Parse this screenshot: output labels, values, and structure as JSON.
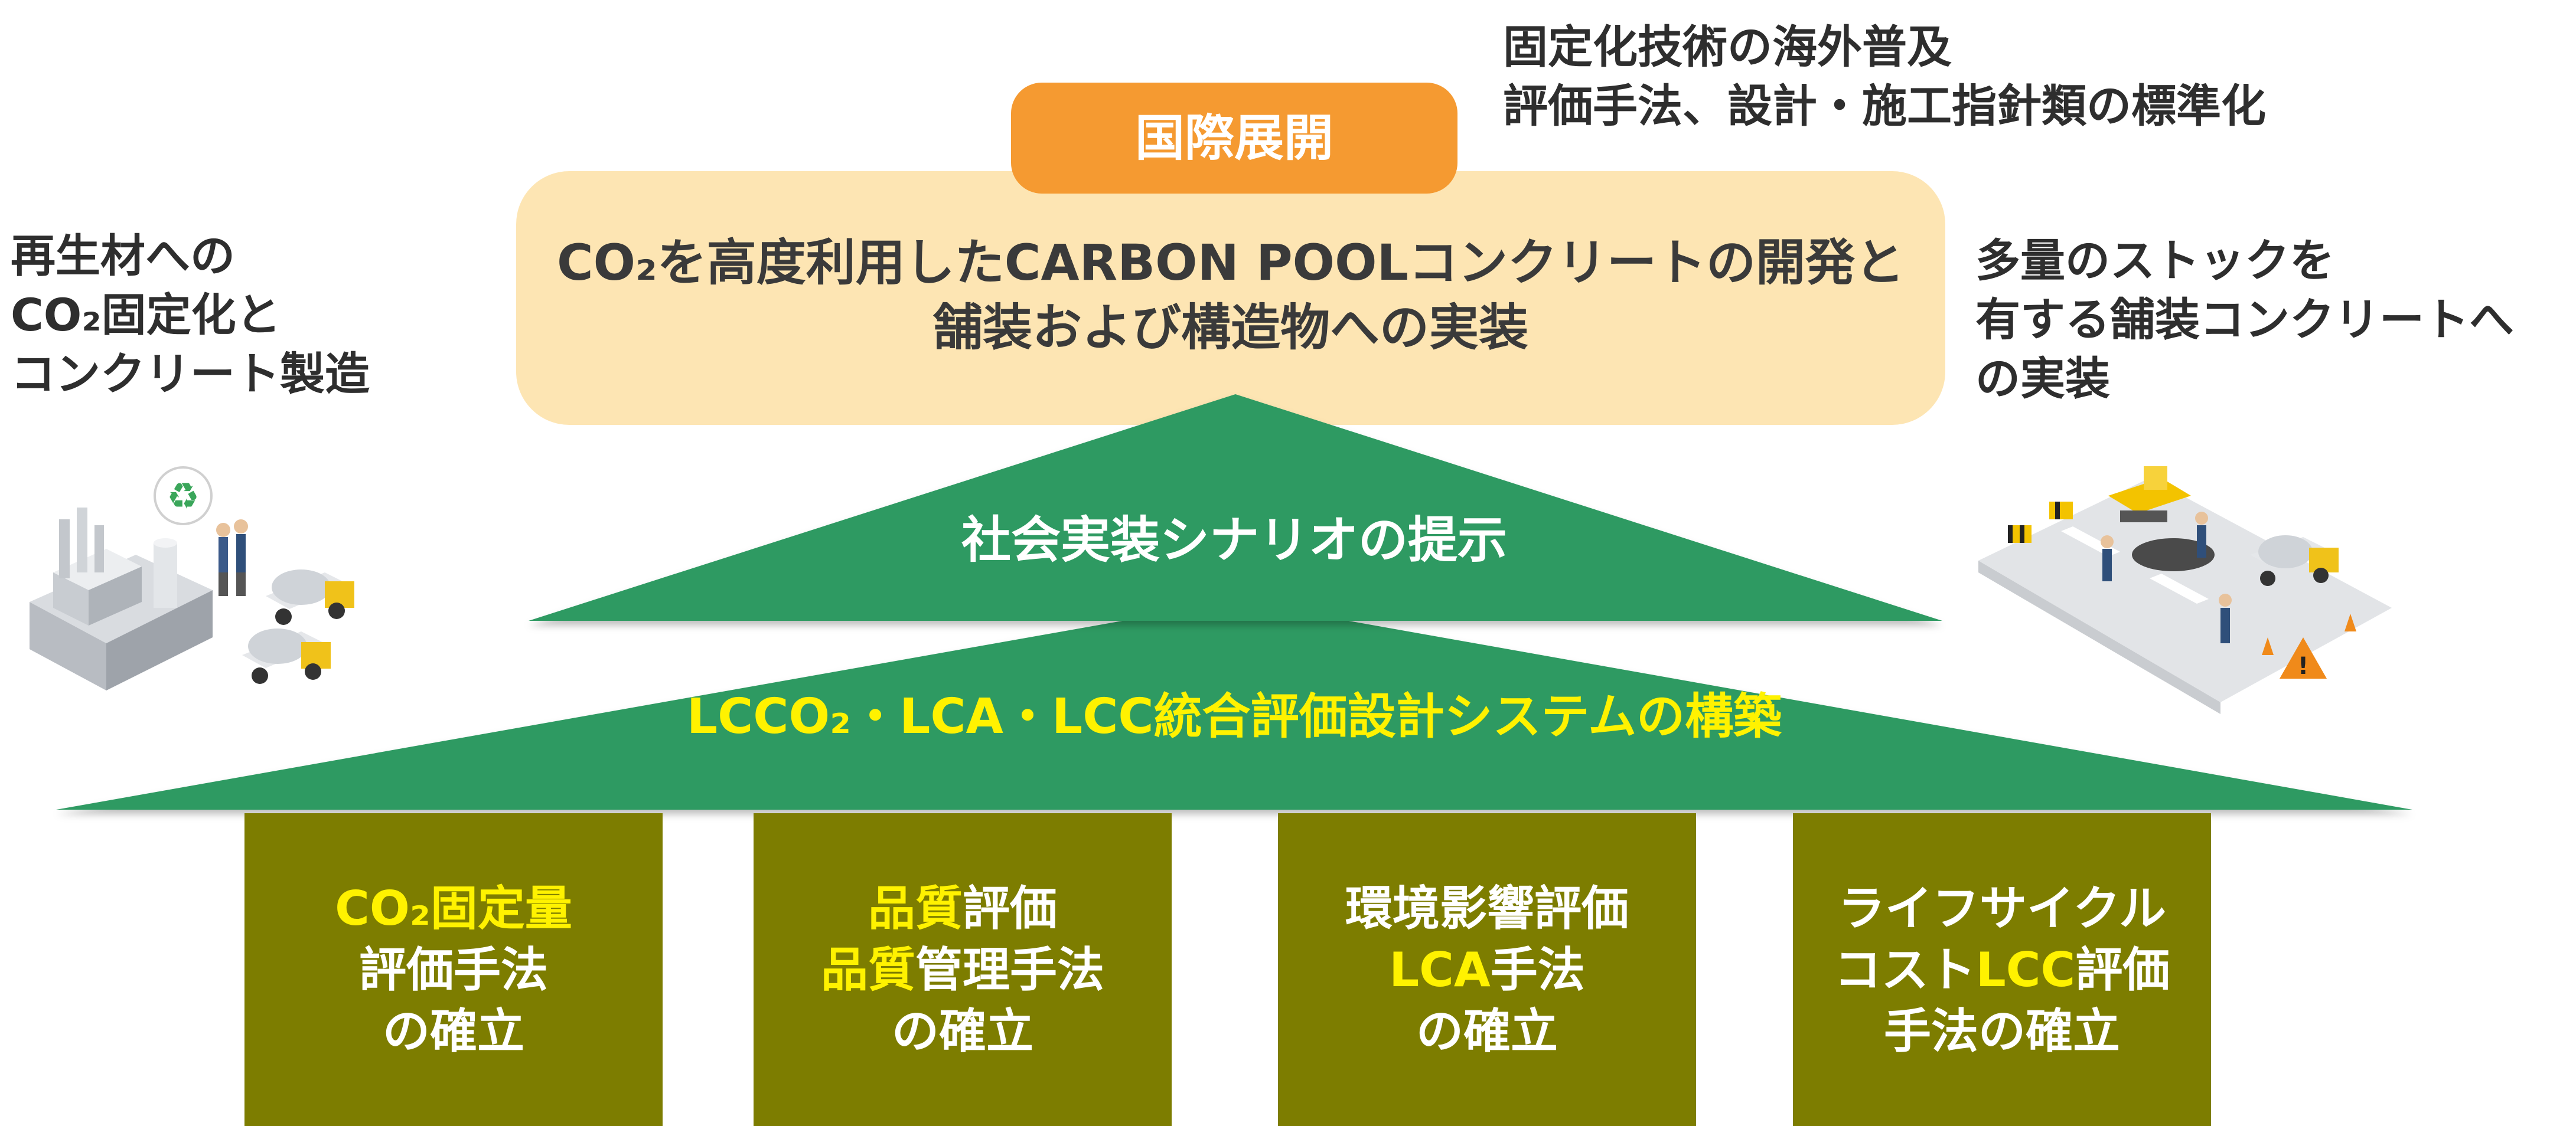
{
  "international": {
    "badge": "国際展開",
    "lines": [
      "固定化技術の海外普及",
      "評価手法、設計・施工指針類の標準化"
    ]
  },
  "left_note": {
    "lines": [
      "再生材への",
      "CO₂固定化と",
      "コンクリート製造"
    ]
  },
  "right_note": {
    "lines": [
      "多量のストックを",
      "有する舗装コンクリートへ",
      "の実装"
    ]
  },
  "vision": {
    "lines": [
      "CO₂を高度利用したCARBON POOLコンクリートの開発と",
      "舗装および構造物への実装"
    ]
  },
  "roof": {
    "scenario": "社会実装シナリオの提示",
    "system": "LCCO₂・LCA・LCC統合評価設計システムの構築"
  },
  "pillars": [
    {
      "line1_hl": "CO₂固定量",
      "line1_rest": "",
      "line2_hl": "",
      "line2_rest": "評価手法",
      "line3_hl": "",
      "line3_rest": "の確立"
    },
    {
      "line1_hl": "品質",
      "line1_rest": "評価",
      "line2_hl": "品質",
      "line2_rest": "管理手法",
      "line3_hl": "",
      "line3_rest": "の確立"
    },
    {
      "line1_hl": "",
      "line1_rest": "環境影響評価",
      "line2_hl": "LCA",
      "line2_rest": "手法",
      "line3_hl": "",
      "line3_rest": "の確立"
    },
    {
      "line1_hl": "",
      "line1_rest": "ライフサイクル",
      "line2_hl": "LCC",
      "line2_rest": "コスト",
      "line3_hl": "",
      "line3_rest": "手法の確立"
    }
  ],
  "pillar4_line2": {
    "before": "コスト",
    "hl": "LCC",
    "after": "評価"
  },
  "colors": {
    "badge": "#f59a31",
    "vision_box": "#fde5b3",
    "roof": "#2e9a62",
    "pillar": "#7d7d00",
    "highlight": "#fff200"
  },
  "icons": {
    "left_illustration": "factory-mixer-truck-illustration",
    "right_illustration": "road-paving-work-illustration",
    "recycle": "recycle-icon"
  }
}
